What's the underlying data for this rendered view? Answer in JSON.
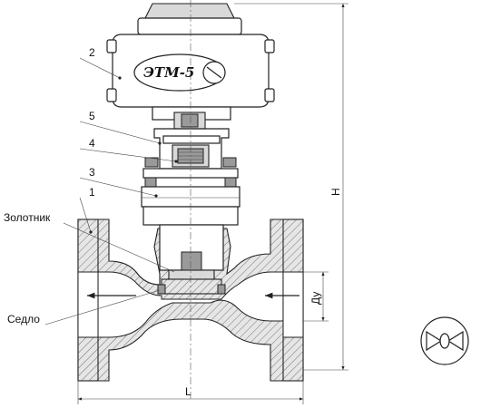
{
  "actuator": {
    "brand": "ЭТМ-5"
  },
  "callouts": [
    {
      "id": "actuator",
      "label": "2"
    },
    {
      "id": "bracket",
      "label": "5"
    },
    {
      "id": "coupling",
      "label": "4"
    },
    {
      "id": "bonnet",
      "label": "3"
    },
    {
      "id": "body",
      "label": "1"
    }
  ],
  "parts": {
    "plug": "Золотник",
    "seat": "Седло"
  },
  "dimensions": {
    "length": "L",
    "height": "H",
    "nominal_diameter": "Ду"
  }
}
